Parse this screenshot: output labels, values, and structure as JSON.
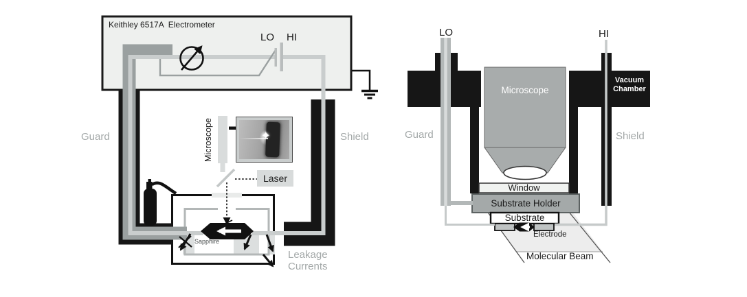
{
  "left_diagram": {
    "title": "Keithley 6517A  Electrometer",
    "terminals": {
      "lo": "LO",
      "hi": "HI"
    },
    "wire_labels": {
      "guard": "Guard",
      "shield": "Shield"
    },
    "microscope_label": "Microscope",
    "laser_label": "Laser",
    "sapphire_label": "Sapphire",
    "leakage_label": "Leakage Currents"
  },
  "right_diagram": {
    "terminals": {
      "lo": "LO",
      "hi": "HI"
    },
    "wire_labels": {
      "guard": "Guard",
      "shield": "Shield"
    },
    "microscope_label": "Microscope",
    "vacuum_chamber_label": "Vacuum Chamber",
    "window_label": "Window",
    "substrate_holder_label": "Substrate Holder",
    "substrate_label": "Substrate",
    "electrode_label": "Electrode",
    "molecular_beam_label": "Molecular Beam"
  },
  "icons": {
    "laser_spot_star": "✦"
  },
  "colors": {
    "shield_black": "#161616",
    "guard_gray": "#9aa0a0",
    "wire_gray": "#c9cdcd",
    "label_gray": "#a3a8a8",
    "panel_fill": "#eef0ee"
  }
}
